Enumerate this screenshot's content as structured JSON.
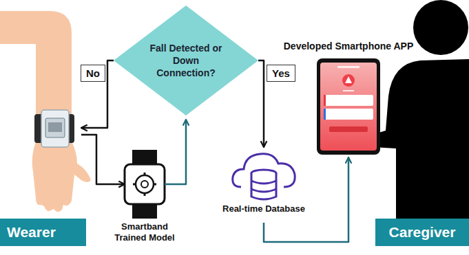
{
  "diagram": {
    "nodes": [
      {
        "text": [
          "Wearer"
        ]
      },
      {
        "text": [
          "Fall Detected or Down Connection?"
        ]
      },
      {
        "text": [
          "Smartband Trained Model"
        ]
      },
      {
        "text": [
          "Real-time Database"
        ]
      },
      {
        "text": [
          "Developed Smartphone APP"
        ]
      },
      {
        "text": [
          "Caregiver"
        ]
      }
    ],
    "edges": [
      {
        "from": 1,
        "to": 0,
        "label": "No",
        "arrow": "to"
      },
      {
        "from": 0,
        "to": 2,
        "arrow": "to"
      },
      {
        "from": 2,
        "to": 1,
        "arrow": "to"
      },
      {
        "from": 1,
        "to": 3,
        "label": "Yes",
        "arrow": "to"
      },
      {
        "from": 3,
        "to": 4,
        "arrow": "to"
      }
    ]
  }
}
